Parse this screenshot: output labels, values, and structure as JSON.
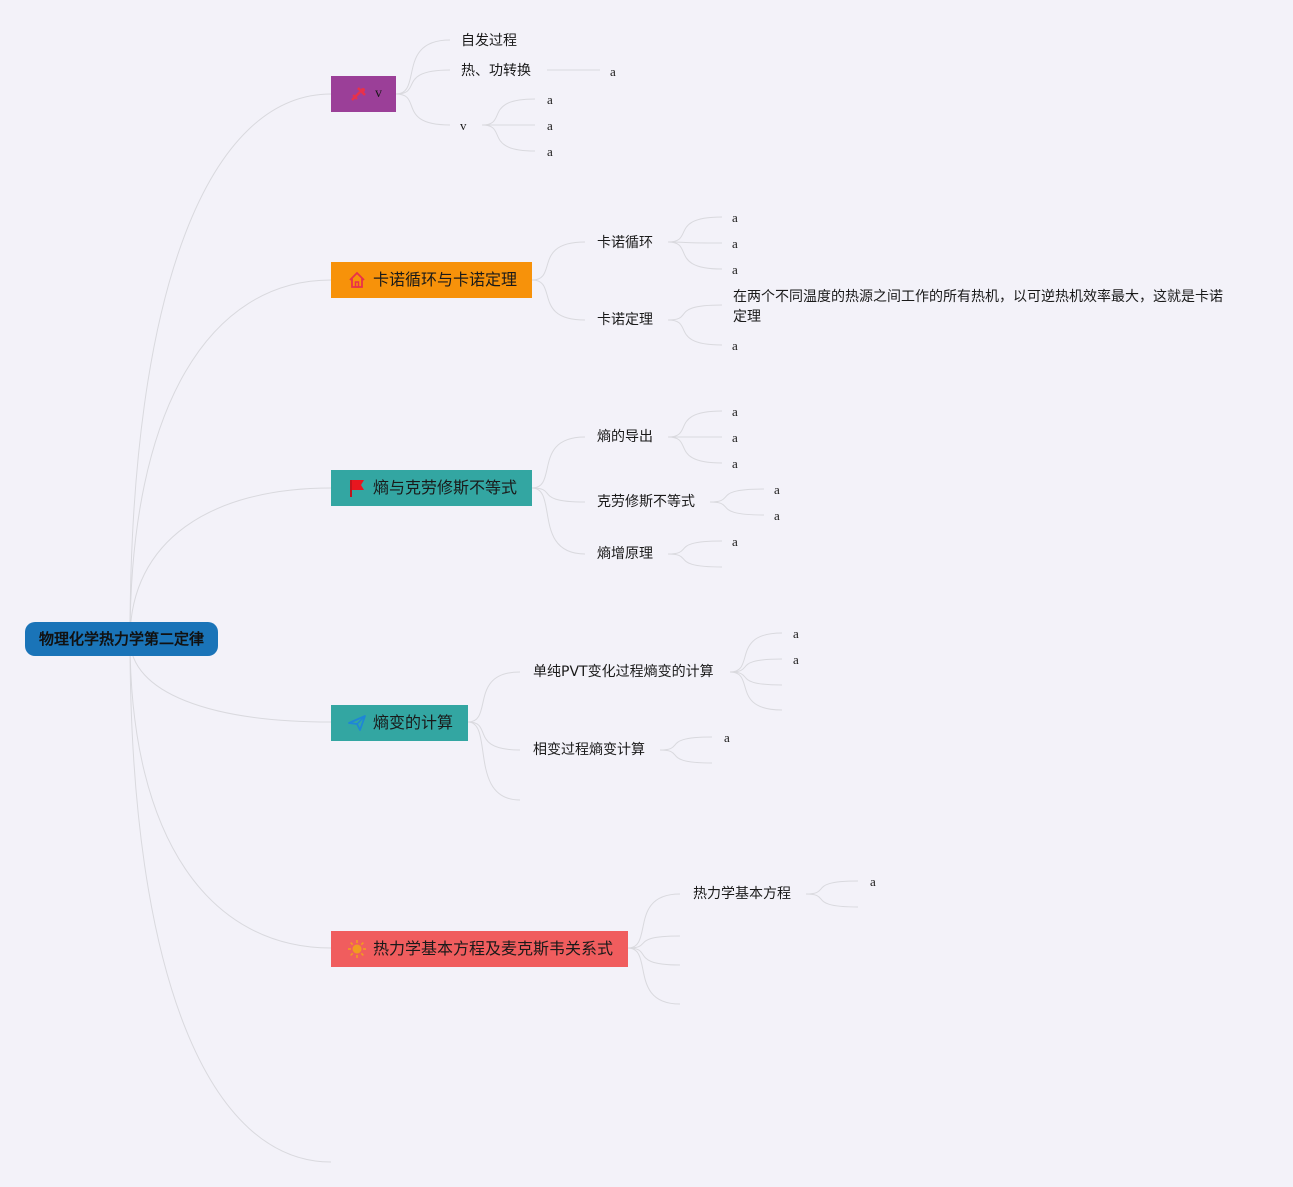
{
  "root": {
    "label": "物理化学热力学第二定律",
    "color": "#1a74b8"
  },
  "topics": [
    {
      "label": "v",
      "color": "#9b3f98",
      "icon": "tools-icon",
      "children": [
        {
          "label": "自发过程",
          "children": []
        },
        {
          "label": "热、功转换",
          "children": [
            "a"
          ]
        },
        {
          "label": "v",
          "children": [
            "a",
            "a",
            "a"
          ]
        }
      ]
    },
    {
      "label": "卡诺循环与卡诺定理",
      "color": "#f7920a",
      "icon": "home-icon",
      "children": [
        {
          "label": "卡诺循环",
          "children": [
            "a",
            "a",
            "a"
          ]
        },
        {
          "label": "卡诺定理",
          "children": [
            "在两个不同温度的热源之间工作的所有热机，以可逆热机效率最大，这就是卡诺定理",
            "a"
          ]
        }
      ]
    },
    {
      "label": "熵与克劳修斯不等式",
      "color": "#33a6a2",
      "icon": "flag-icon",
      "children": [
        {
          "label": "熵的导出",
          "children": [
            "a",
            "a",
            "a"
          ]
        },
        {
          "label": "克劳修斯不等式",
          "children": [
            "a",
            "a"
          ]
        },
        {
          "label": "熵增原理",
          "children": [
            "a"
          ]
        }
      ]
    },
    {
      "label": "熵变的计算",
      "color": "#33a6a2",
      "icon": "paper-plane-icon",
      "children": [
        {
          "label": "单纯PVT变化过程熵变的计算",
          "children": [
            "a",
            "a"
          ]
        },
        {
          "label": "相变过程熵变计算",
          "children": [
            "a"
          ]
        }
      ]
    },
    {
      "label": "热力学基本方程及麦克斯韦关系式",
      "color": "#f05d5e",
      "icon": "sun-icon",
      "children": [
        {
          "label": "热力学基本方程",
          "children": [
            "a"
          ]
        }
      ]
    }
  ]
}
